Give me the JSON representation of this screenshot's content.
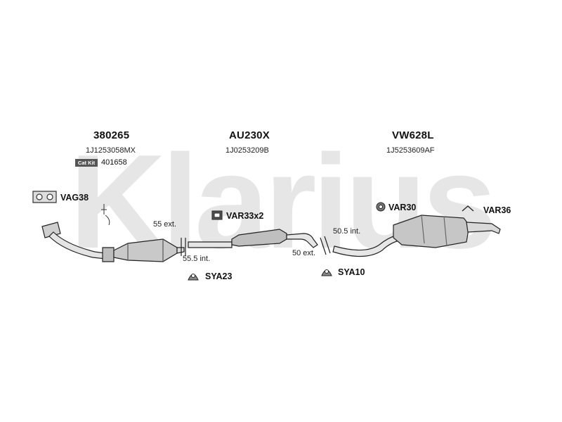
{
  "watermark": "Klarius",
  "groups": [
    {
      "part_number": "380265",
      "oem_ref": "1J1253058MX"
    },
    {
      "part_number": "AU230X",
      "oem_ref": "1J0253209B"
    },
    {
      "part_number": "VW628L",
      "oem_ref": "1J5253609AF"
    }
  ],
  "cat_kit": {
    "badge": "Cat Kit",
    "value": "401658"
  },
  "fittings": {
    "vag38": "VAG38",
    "var33x2": "VAR33x2",
    "var30": "VAR30",
    "var36": "VAR36",
    "sya23": "SYA23",
    "sya10": "SYA10"
  },
  "connections": {
    "c1_ext": "55 ext.",
    "c1_int": "55.5 int.",
    "c2_int": "50.5 int.",
    "c2_ext": "50 ext."
  },
  "colors": {
    "watermark": "#e6e6e6",
    "line": "#222222",
    "part": "#bfbfbf"
  }
}
